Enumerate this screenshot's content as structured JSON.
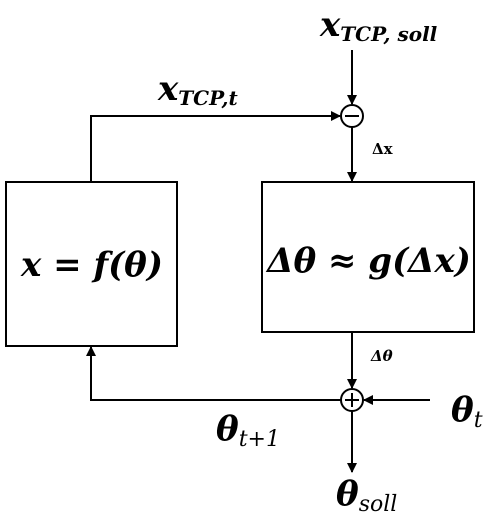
{
  "labels": {
    "x_tcp_soll_base": "x",
    "x_tcp_soll_sub": "TCP, soll",
    "x_tcp_t_base": "x",
    "x_tcp_t_sub": "TCP,t",
    "delta_x": "Δx",
    "delta_theta_small": "Δθ",
    "theta_t1_base": "θ",
    "theta_t1_sub": "t+1",
    "theta_t_base": "θ",
    "theta_t_sub": "t",
    "theta_soll_base": "θ",
    "theta_soll_sub": "soll"
  },
  "blocks": {
    "forward_kinematics": "x = f(θ)",
    "inverse_update": "Δθ ≈ g(Δx)"
  },
  "junctions": {
    "minus_sign": "−",
    "plus_sign": "+"
  }
}
